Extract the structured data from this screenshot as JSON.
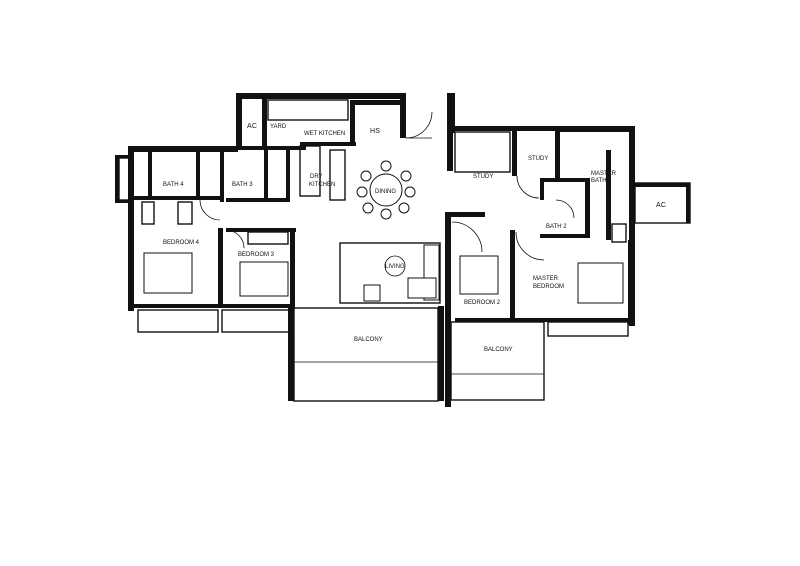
{
  "rooms": {
    "ac_left": "AC",
    "yard": "YARD",
    "wet_kitchen": "WET KITCHEN",
    "hs": "HS",
    "dry_kitchen_1": "DRY",
    "dry_kitchen_2": "KITCHEN",
    "bath4": "BATH 4",
    "bath3": "BATH 3",
    "dining": "DINING",
    "study_left": "STUDY",
    "study_right": "STUDY",
    "master_bath_1": "MASTER",
    "master_bath_2": "BATH",
    "bath2": "BATH 2",
    "ac_right": "AC",
    "bedroom4": "BEDROOM 4",
    "bedroom3": "BEDROOM 3",
    "living": "LIVING",
    "bedroom2": "BEDROOM 2",
    "master_bedroom_1": "MASTER",
    "master_bedroom_2": "BEDROOM",
    "balcony_left": "BALCONY",
    "balcony_right": "BALCONY"
  }
}
